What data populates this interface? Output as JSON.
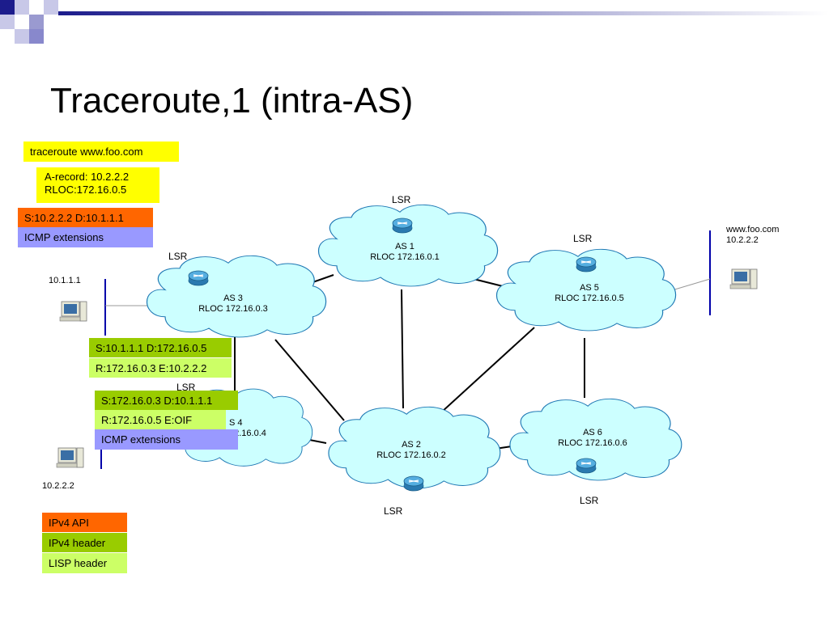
{
  "title": "Traceroute,1 (intra-AS)",
  "command_box": "traceroute www.foo.com",
  "dns_box": {
    "line1": "A-record: 10.2.2.2",
    "line2": "RLOC:172.16.0.5"
  },
  "packet1": {
    "header": "S:10.2.2.2 D:10.1.1.1",
    "ext": "ICMP extensions"
  },
  "packet2": {
    "header": "S:10.1.1.1 D:172.16.0.5",
    "lisp": "R:172.16.0.3 E:10.2.2.2"
  },
  "packet3": {
    "header": "S:172.16.0.3 D:10.1.1.1",
    "lisp": "R:172.16.0.5 E:OIF",
    "ext": "ICMP extensions"
  },
  "legend": {
    "api": "IPv4 API",
    "ipv4": "IPv4 header",
    "lisp": "LISP header"
  },
  "lsr_label": "LSR",
  "as1": {
    "name": "AS 1",
    "rloc": "RLOC 172.16.0.1"
  },
  "as2": {
    "name": "AS 2",
    "rloc": "RLOC 172.16.0.2"
  },
  "as3": {
    "name": "AS 3",
    "rloc": "RLOC 172.16.0.3"
  },
  "as4": {
    "name": "S 4",
    "rloc": "72.16.0.4"
  },
  "as5": {
    "name": "AS 5",
    "rloc": "RLOC 172.16.0.5"
  },
  "as6": {
    "name": "AS 6",
    "rloc": "RLOC 172.16.0.6"
  },
  "host_left_top": "10.1.1.1",
  "host_left_bottom": "10.2.2.2",
  "host_right_name": "www.foo.com",
  "host_right_ip": "10.2.2.2",
  "colors": {
    "yellow": "#ffff00",
    "orange": "#ff6600",
    "violet": "#9999ff",
    "green": "#99cc00",
    "light_green": "#ccff66",
    "cloud_fill": "#ccffff",
    "cloud_stroke": "#1f78b4",
    "link": "#000000",
    "host_line": "#0000aa"
  }
}
